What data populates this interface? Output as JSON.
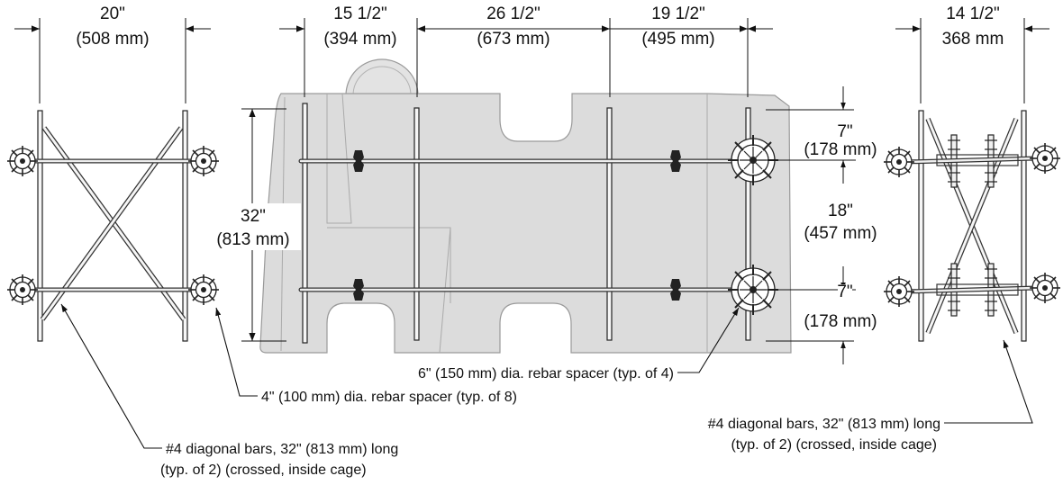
{
  "dimensions": {
    "left_width": {
      "imperial": "20\"",
      "metric": "(508 mm)"
    },
    "mid_a": {
      "imperial": "15 1/2\"",
      "metric": "(394 mm)"
    },
    "mid_b": {
      "imperial": "26 1/2\"",
      "metric": "(673 mm)"
    },
    "mid_c": {
      "imperial": "19 1/2\"",
      "metric": "(495 mm)"
    },
    "right_width": {
      "imperial": "14 1/2\"",
      "metric": "368 mm"
    },
    "height": {
      "imperial": "32\"",
      "metric": "(813 mm)"
    },
    "top_offset": {
      "imperial": "7\"",
      "metric": "(178 mm)"
    },
    "mid_spacing": {
      "imperial": "18\"",
      "metric": "(457 mm)"
    },
    "bottom_offset": {
      "imperial": "7\"",
      "metric": "(178 mm)"
    }
  },
  "callouts": {
    "spacer_6in": "6\" (150 mm) dia. rebar spacer (typ. of 4)",
    "spacer_4in": "4\" (100 mm) dia. rebar spacer (typ. of 8)",
    "diag_left_line1": "#4 diagonal bars, 32\" (813 mm) long",
    "diag_left_line2": "(typ. of 2) (crossed, inside cage)",
    "diag_right_line1": "#4 diagonal bars, 32\" (813 mm) long",
    "diag_right_line2": "(typ. of 2) (crossed, inside cage)"
  },
  "colors": {
    "tank_fill": "#dcdcdc",
    "tank_stroke": "#9a9a9a",
    "line": "#111111"
  }
}
